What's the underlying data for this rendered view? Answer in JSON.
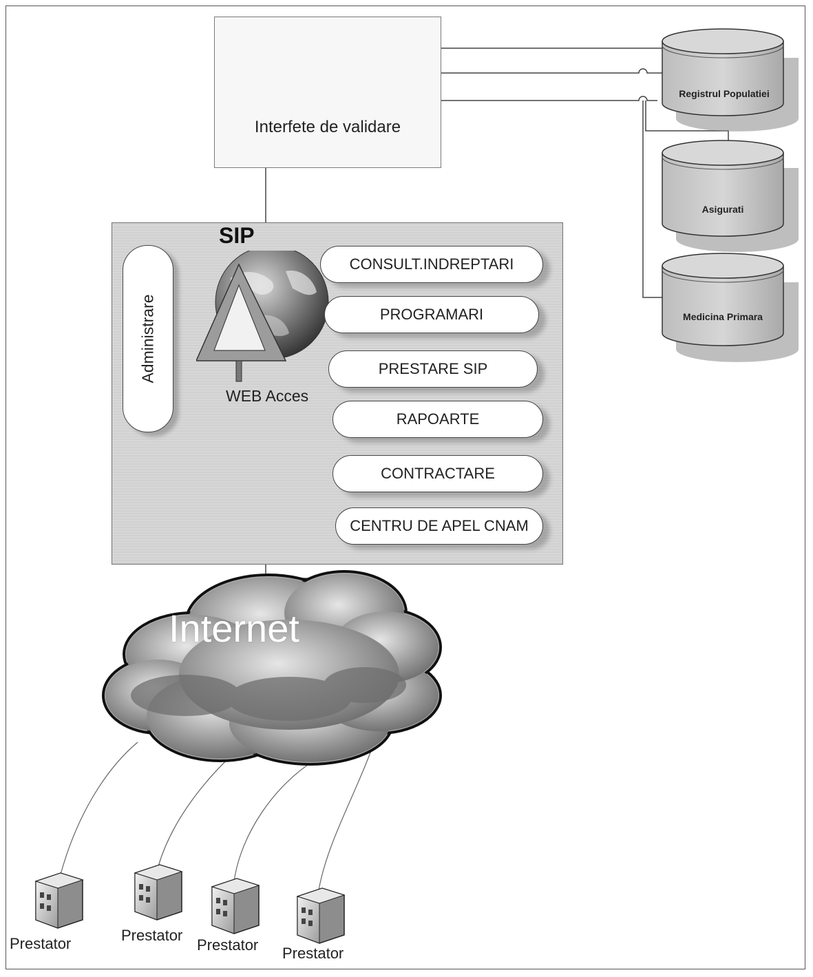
{
  "validation": {
    "label": "Interfete de validare"
  },
  "sip": {
    "title": "SIP",
    "admin_label": "Administrare",
    "web_label": "WEB Acces",
    "modules": [
      "CONSULT.INDREPTARI",
      "PROGRAMARI",
      "PRESTARE SIP",
      "RAPOARTE",
      "CONTRACTARE",
      "CENTRU DE APEL CNAM"
    ]
  },
  "databases": [
    "Registrul Populatiei",
    "Asigurati",
    "Medicina Primara"
  ],
  "internet": {
    "label": "Internet"
  },
  "providers": [
    "Prestator",
    "Prestator",
    "Prestator",
    "Prestator"
  ]
}
